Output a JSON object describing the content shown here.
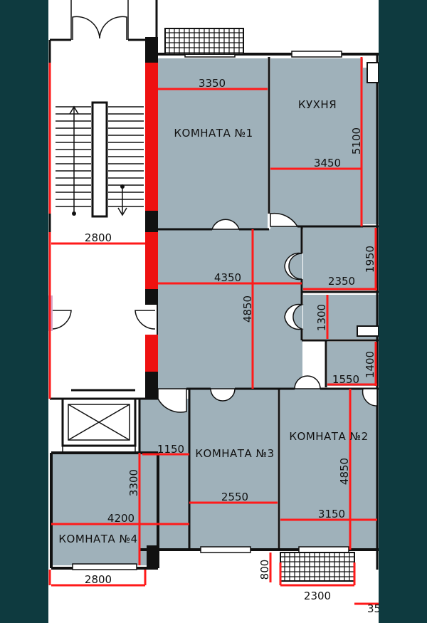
{
  "colors": {
    "room_fill": "#9fb1ba",
    "dimension_line": "#ff1a1a",
    "wall": "#111111",
    "frame": "#0e3a3f"
  },
  "rooms": [
    {
      "id": "room1",
      "label": "КОМНАТА №1"
    },
    {
      "id": "kitchen",
      "label": "КУХНЯ"
    },
    {
      "id": "room2",
      "label": "КОМНАТА №2"
    },
    {
      "id": "room3",
      "label": "КОМНАТА №3"
    },
    {
      "id": "room4",
      "label": "КОМНАТА №4"
    }
  ],
  "dimensions": {
    "d3350": "3350",
    "d3450": "3450",
    "d5100": "5100",
    "d2800_top": "2800",
    "d4350": "4350",
    "d4850_hall": "4850",
    "d1950": "1950",
    "d2350": "2350",
    "d1300": "1300",
    "d1400": "1400",
    "d1550": "1550",
    "d1150": "1150",
    "d3300": "3300",
    "d4200": "4200",
    "d2550": "2550",
    "d4850_room2": "4850",
    "d3150": "3150",
    "d800": "800",
    "d2800_bottom": "2800",
    "d2300": "2300",
    "d35_partial": "35"
  }
}
